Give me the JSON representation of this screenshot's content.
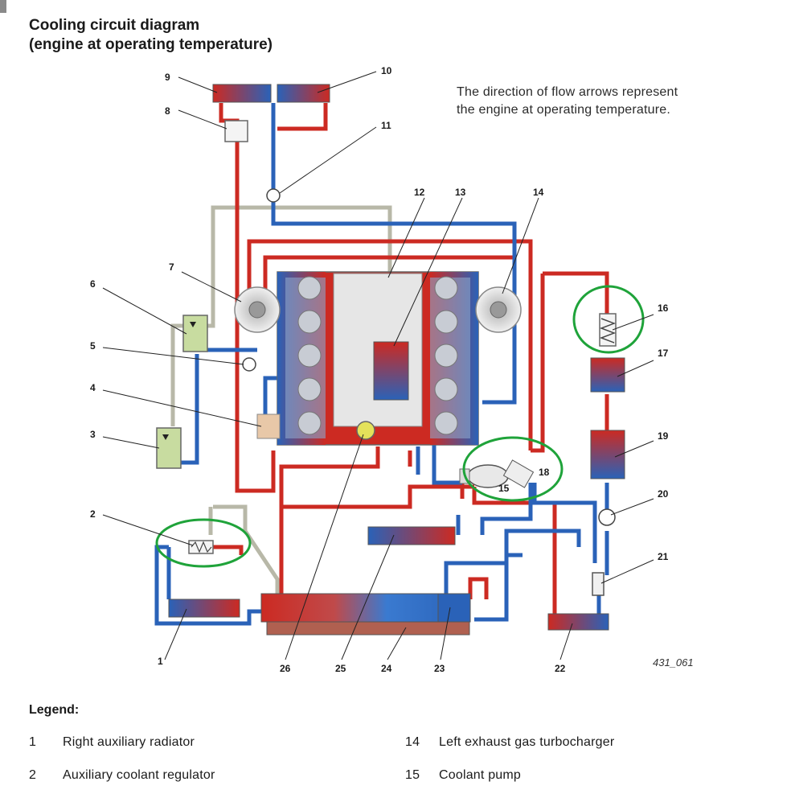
{
  "title_line1": "Cooling circuit diagram",
  "title_line2": "(engine at operating temperature)",
  "note_line1": "The direction of flow arrows represent",
  "note_line2": "the engine at operating temperature.",
  "figure_ref": "431_061",
  "labels": [
    "1",
    "2",
    "3",
    "4",
    "5",
    "6",
    "7",
    "8",
    "9",
    "10",
    "11",
    "12",
    "13",
    "14",
    "15",
    "16",
    "17",
    "18",
    "19",
    "20",
    "21",
    "22",
    "23",
    "24",
    "25",
    "26"
  ],
  "legend": {
    "title": "Legend:",
    "items": [
      {
        "num": "1",
        "text": "Right auxiliary radiator"
      },
      {
        "num": "2",
        "text": "Auxiliary coolant regulator"
      },
      {
        "num": "14",
        "text": "Left exhaust gas turbocharger"
      },
      {
        "num": "15",
        "text": "Coolant pump"
      }
    ]
  },
  "colors": {
    "hot": "#cc2a22",
    "cold": "#2a62b8",
    "return": "#b8b8a8",
    "highlight": "#1fa33a",
    "reservoir": "#c8dca0"
  }
}
